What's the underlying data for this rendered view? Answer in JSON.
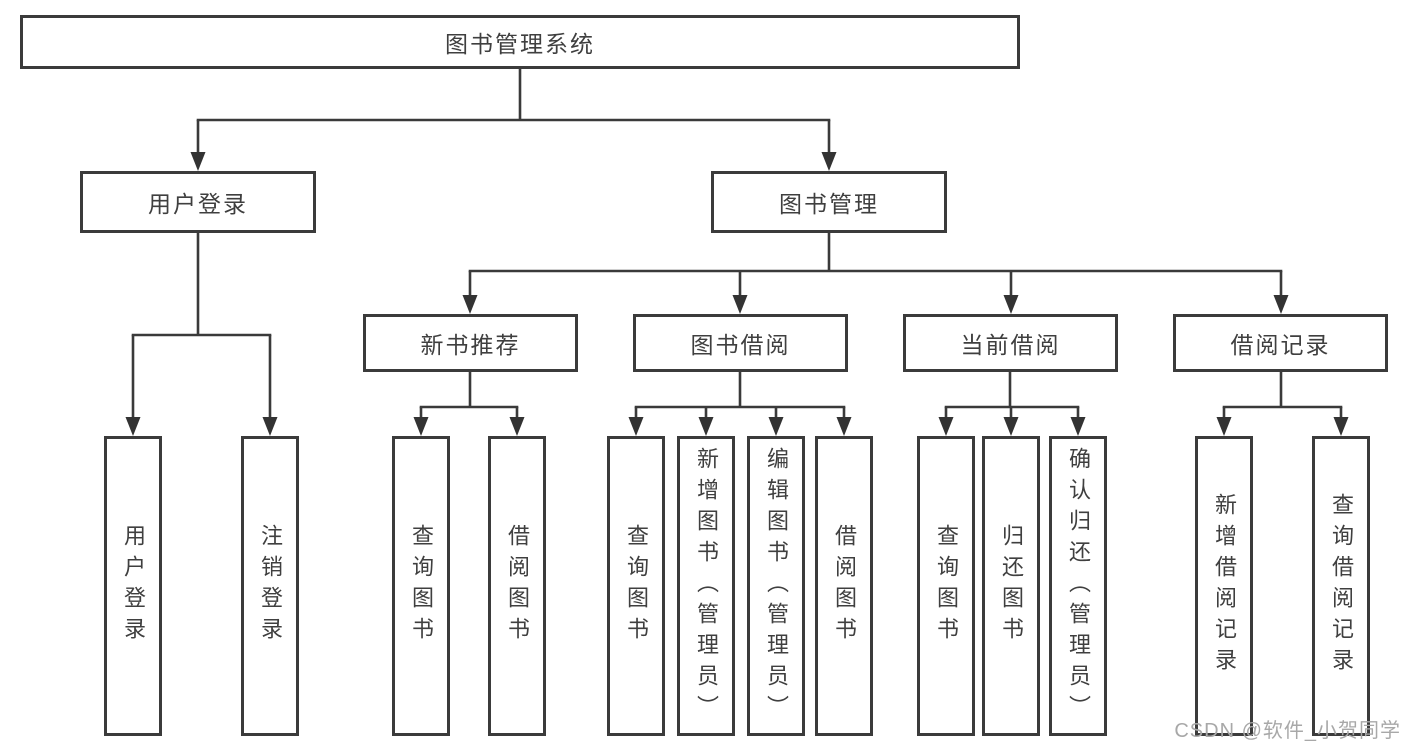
{
  "tree": {
    "label": "图书管理系统",
    "children": [
      {
        "label": "用户登录",
        "children": [
          {
            "label": "用户登录"
          },
          {
            "label": "注销登录"
          }
        ]
      },
      {
        "label": "图书管理",
        "children": [
          {
            "label": "新书推荐",
            "children": [
              {
                "label": "查询图书"
              },
              {
                "label": "借阅图书"
              }
            ]
          },
          {
            "label": "图书借阅",
            "children": [
              {
                "label": "查询图书"
              },
              {
                "label": "新增图书（管理员）"
              },
              {
                "label": "编辑图书（管理员）"
              },
              {
                "label": "借阅图书"
              }
            ]
          },
          {
            "label": "当前借阅",
            "children": [
              {
                "label": "查询图书"
              },
              {
                "label": "归还图书"
              },
              {
                "label": "确认归还（管理员）"
              }
            ]
          },
          {
            "label": "借阅记录",
            "children": [
              {
                "label": "新增借阅记录"
              },
              {
                "label": "查询借阅记录"
              }
            ]
          }
        ]
      }
    ]
  },
  "watermark": "CSDN @软件_小贺同学",
  "colors": {
    "line": "#3a3a3a",
    "box_border": "#3b3b3b",
    "text": "#3f3f3f",
    "background": "#ffffff",
    "watermark": "#a8a8a8"
  }
}
